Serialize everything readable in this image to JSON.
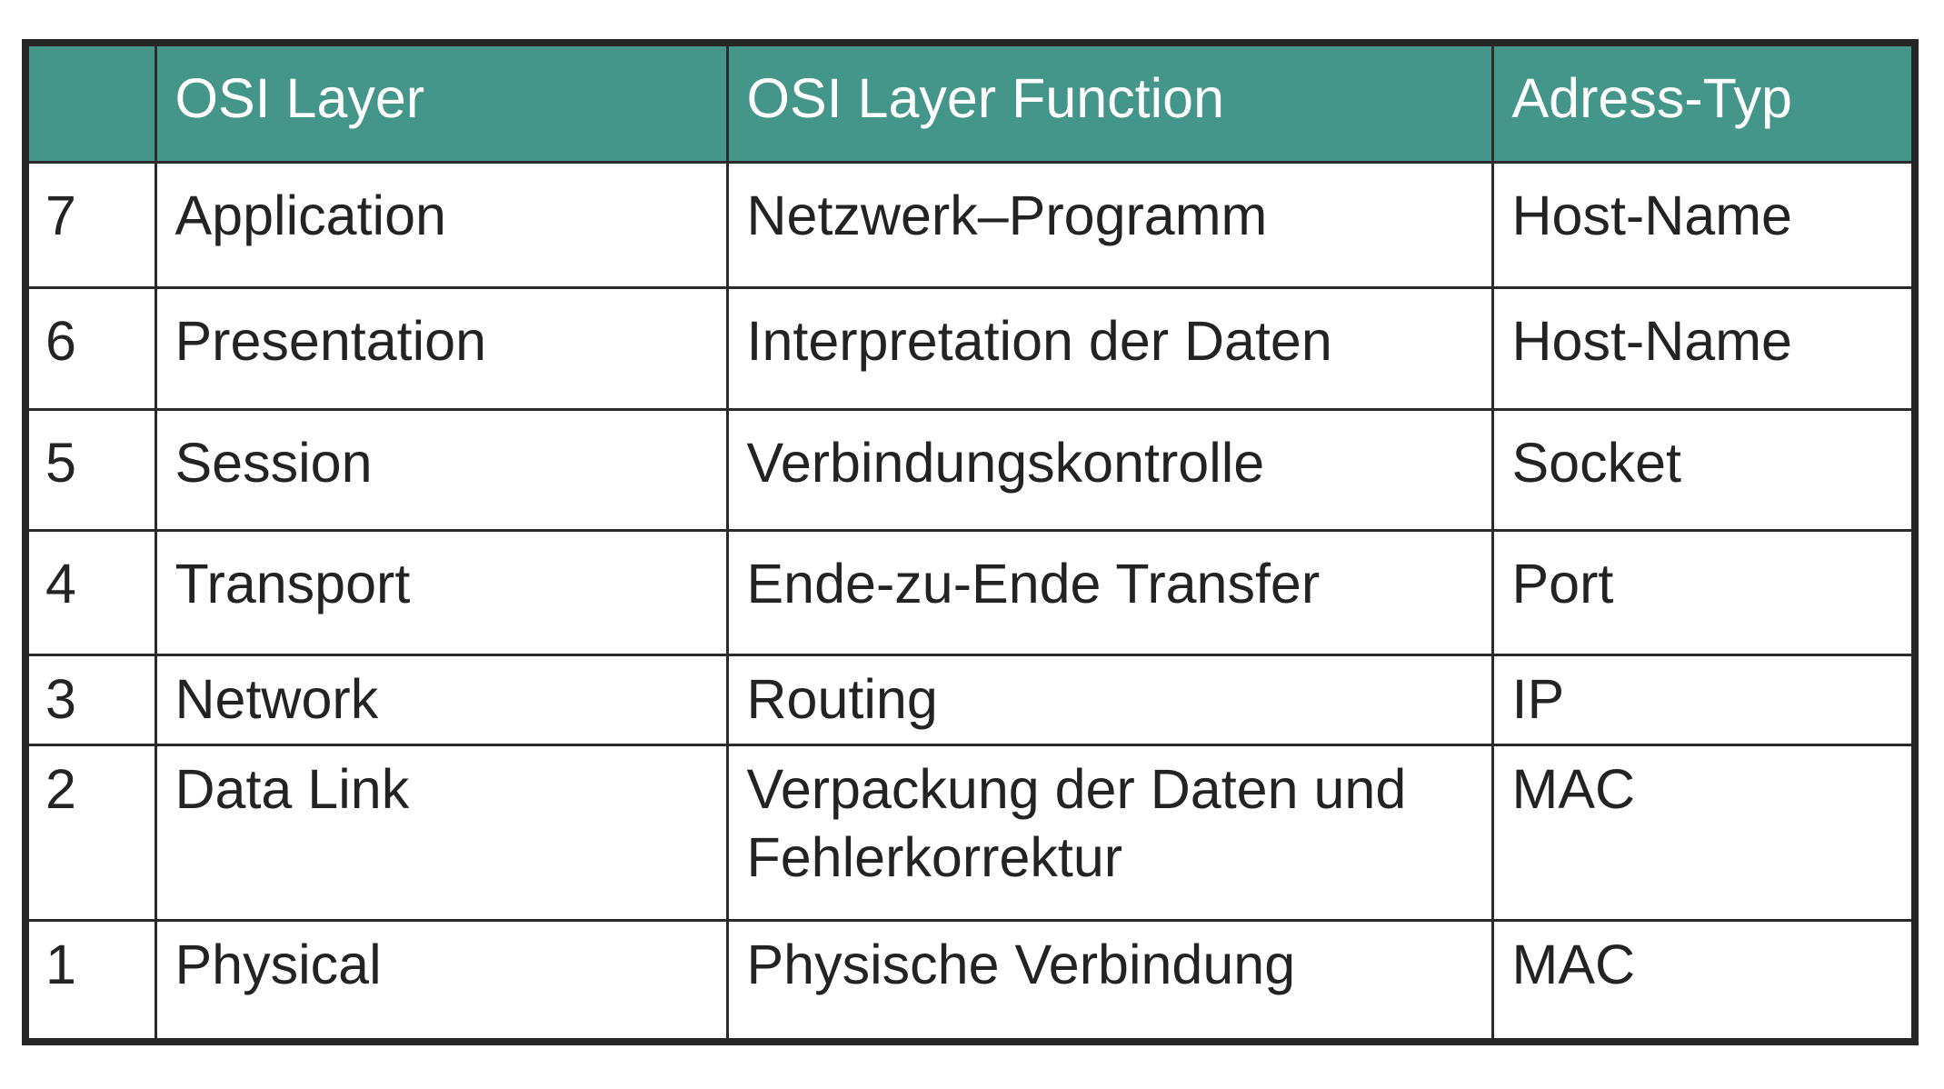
{
  "table": {
    "header_color": "#45968a",
    "columns": [
      "",
      "OSI Layer",
      "OSI Layer Function",
      "Adress-Typ"
    ],
    "rows": [
      {
        "num": "7",
        "layer": "Application",
        "function": "Netzwerk–Programm",
        "address_type": "Host-Name"
      },
      {
        "num": "6",
        "layer": "Presentation",
        "function": "Interpretation der Daten",
        "address_type": "Host-Name"
      },
      {
        "num": "5",
        "layer": "Session",
        "function": "Verbindungskontrolle",
        "address_type": "Socket"
      },
      {
        "num": "4",
        "layer": "Transport",
        "function": "Ende-zu-Ende Transfer",
        "address_type": "Port"
      },
      {
        "num": "3",
        "layer": "Network",
        "function": "Routing",
        "address_type": "IP"
      },
      {
        "num": "2",
        "layer": "Data Link",
        "function": "Verpackung der Daten und Fehlerkorrektur",
        "address_type": "MAC"
      },
      {
        "num": "1",
        "layer": "Physical",
        "function": "Physische Verbindung",
        "address_type": "MAC"
      }
    ]
  }
}
